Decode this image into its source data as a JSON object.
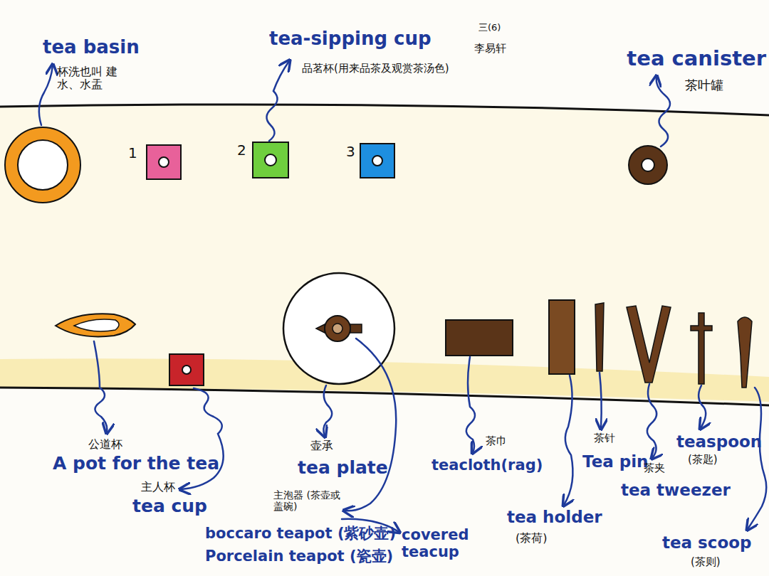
{
  "diagram": {
    "labels": [
      "tea basin",
      "杯洗也叫 建水、水盂",
      "tea-sipping cup",
      "品茗杯(用来品茶及观赏茶汤色)",
      "三(6)",
      "李易轩",
      "tea canister",
      "茶叶罐",
      "1",
      "2",
      "3",
      "公道杯",
      "A pot for the tea",
      "主人杯",
      "tea cup",
      "壶承",
      "tea plate",
      "主泡器 (茶壶或盖碗)",
      "boccaro teapot (紫砂壶)",
      "Porcelain teapot (瓷壶)",
      "covered teacup",
      "茶巾",
      "teacloth(rag)",
      "tea holder",
      "(茶荷)",
      "茶针",
      "Tea pin",
      "茶夹",
      "tea tweezer",
      "teaspoon",
      "(茶匙)",
      "tea scoop",
      "(茶则)"
    ]
  }
}
